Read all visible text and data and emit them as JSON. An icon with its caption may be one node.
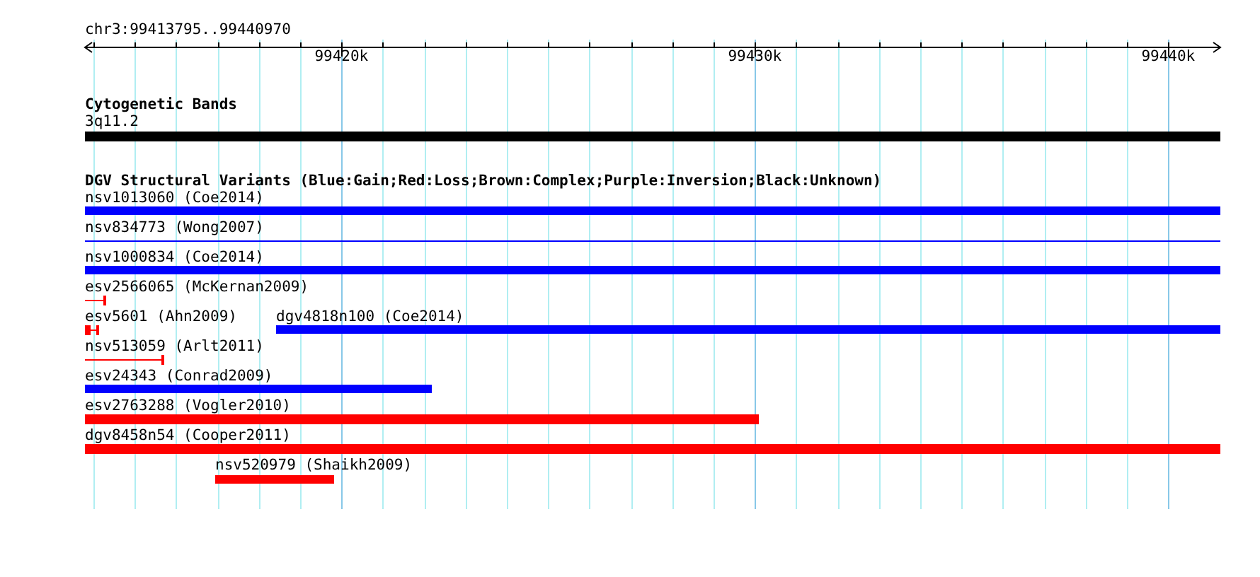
{
  "diagram": {
    "nodes": [
      {
        "text": [
          "3q11.2"
        ]
      },
      {
        "text": [
          "nsv1013060 (Coe2014)"
        ]
      },
      {
        "text": [
          "nsv834773 (Wong2007)"
        ]
      },
      {
        "text": [
          "nsv1000834 (Coe2014)"
        ]
      },
      {
        "text": [
          "esv2566065 (McKernan2009)"
        ]
      },
      {
        "text": [
          "esv5601 (Ahn2009)"
        ]
      },
      {
        "text": [
          "dgv4818n100 (Coe2014)"
        ]
      },
      {
        "text": [
          "nsv513059 (Arlt2011)"
        ]
      },
      {
        "text": [
          "esv24343 (Conrad2009)"
        ]
      },
      {
        "text": [
          "esv2763288 (Vogler2010)"
        ]
      },
      {
        "text": [
          "dgv8458n54 (Cooper2011)"
        ]
      },
      {
        "text": [
          "nsv520979 (Shaikh2009)"
        ]
      }
    ],
    "labels": [
      "chr3:99413795..99440970",
      "99420k",
      "99430k",
      "99440k",
      "Cytogenetic Bands",
      "DGV Structural Variants (Blue:Gain;Red:Loss;Brown:Complex;Purple:Inversion;Black:Unknown)"
    ]
  }
}
